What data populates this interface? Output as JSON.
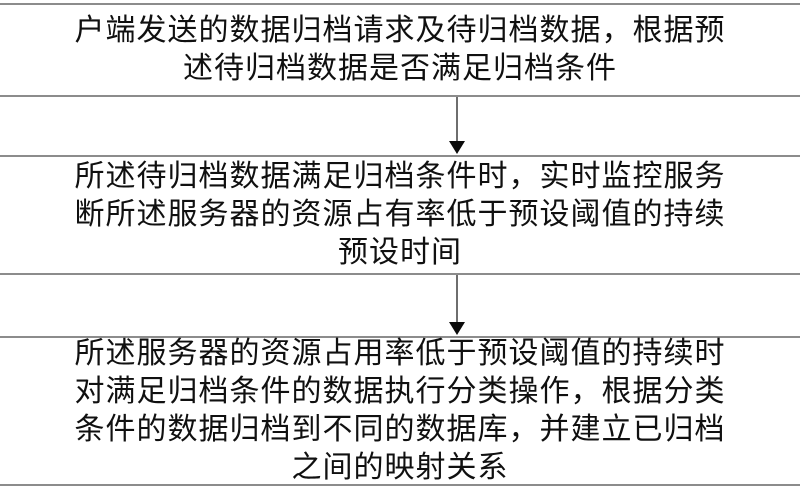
{
  "diagram": {
    "type": "flowchart",
    "orientation": "vertical",
    "language": "zh-CN",
    "crop_note": "横向裁切，文字超出左右边界",
    "colors": {
      "box_border": "#8c8c8c",
      "arrow_stem": "#6e6e6e",
      "arrow_head": "#0b0b0b",
      "text": "#101010",
      "background": "#ffffff"
    },
    "steps": [
      {
        "id": "step-1",
        "lines": [
          "户端发送的数据归档请求及待归档数据，根据预",
          "述待归档数据是否满足归档条件"
        ]
      },
      {
        "id": "step-2",
        "lines": [
          "所述待归档数据满足归档条件时，实时监控服务",
          "断所述服务器的资源占有率低于预设阈值的持续",
          "预设时间"
        ]
      },
      {
        "id": "step-3",
        "lines": [
          "所述服务器的资源占用率低于预设阈值的持续时",
          "对满足归档条件的数据执行分类操作，根据分类",
          "条件的数据归档到不同的数据库，并建立已归档",
          "之间的映射关系"
        ]
      }
    ],
    "connectors": [
      {
        "id": "connector-1",
        "from": "step-1",
        "to": "step-2",
        "style": "solid-down-arrow"
      },
      {
        "id": "connector-2",
        "from": "step-2",
        "to": "step-3",
        "style": "solid-down-arrow"
      }
    ]
  }
}
